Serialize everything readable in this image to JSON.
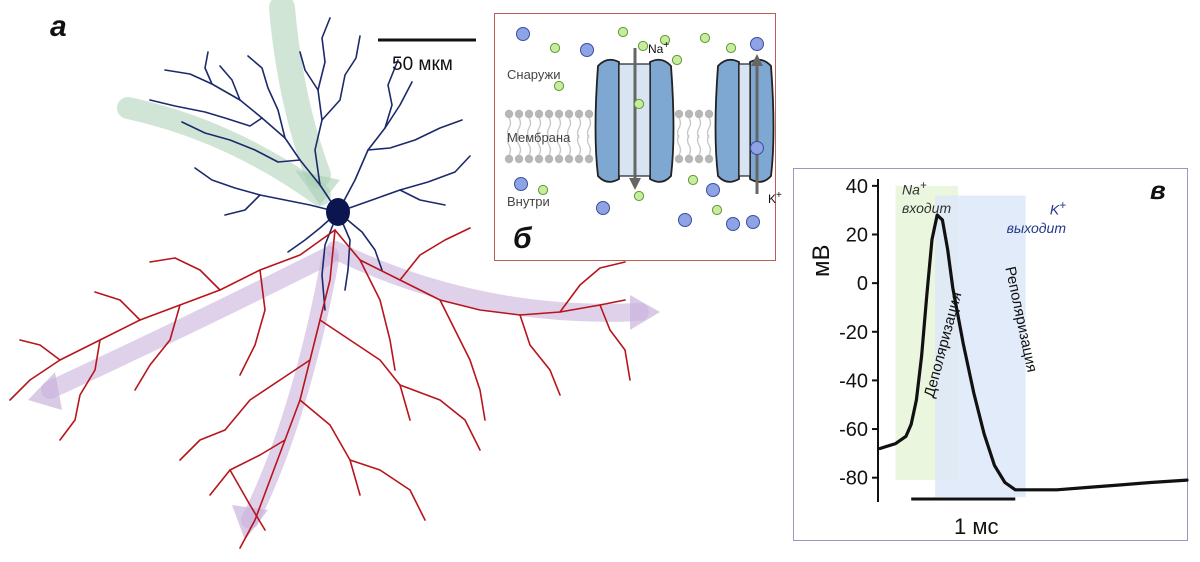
{
  "panels": {
    "a": {
      "letter": "а",
      "scale_bar": "50 мкм"
    },
    "b": {
      "letter": "б",
      "labels": {
        "outside": "Снаружи",
        "membrane": "Мембрана",
        "inside": "Внутри"
      },
      "ions": {
        "sodium": "Na",
        "potassium": "K"
      },
      "colors": {
        "channel": "#7ea7d1",
        "sodium_ion": "#c8ec9f",
        "potassium_ion": "#8da3e6",
        "border": "#b65f52"
      }
    },
    "v": {
      "letter": "в",
      "ylabel": "мВ",
      "time_scale": "1 мс",
      "na_phase": {
        "ion": "Na",
        "text": "входит"
      },
      "k_phase": {
        "ion": "K",
        "text": "выходит"
      },
      "depolarization": "Деполяризация",
      "repolarization": "Реполяризация",
      "colors": {
        "na_band": "#e8f4d8",
        "k_band": "#dde7f8",
        "trace": "#111111",
        "border": "#9a96c6"
      }
    }
  },
  "colors": {
    "dendrites": "#1c2a6b",
    "axon": "#b8141c",
    "soma": "#0b1550"
  },
  "chart_data": {
    "type": "line",
    "title": "",
    "xlabel": "1 мс",
    "ylabel": "мВ",
    "ylim": [
      -90,
      42
    ],
    "yticks": [
      40,
      20,
      0,
      -20,
      -40,
      -60,
      -80
    ],
    "x_unit": "ms",
    "series": [
      {
        "x": [
          0,
          0.15,
          0.25,
          0.3,
          0.35,
          0.4,
          0.45,
          0.5,
          0.55,
          0.6,
          0.65,
          0.7,
          0.8,
          0.9,
          1.0,
          1.1,
          1.2,
          1.3,
          1.4,
          1.5,
          1.7,
          2.0,
          2.3,
          2.6,
          2.95
        ],
        "y": [
          -68,
          -66,
          -63,
          -58,
          -48,
          -30,
          -5,
          18,
          28,
          26,
          14,
          -2,
          -25,
          -45,
          -62,
          -75,
          -82,
          -85,
          -85,
          -85,
          -85,
          -84,
          -83,
          -82,
          -81
        ]
      }
    ]
  }
}
